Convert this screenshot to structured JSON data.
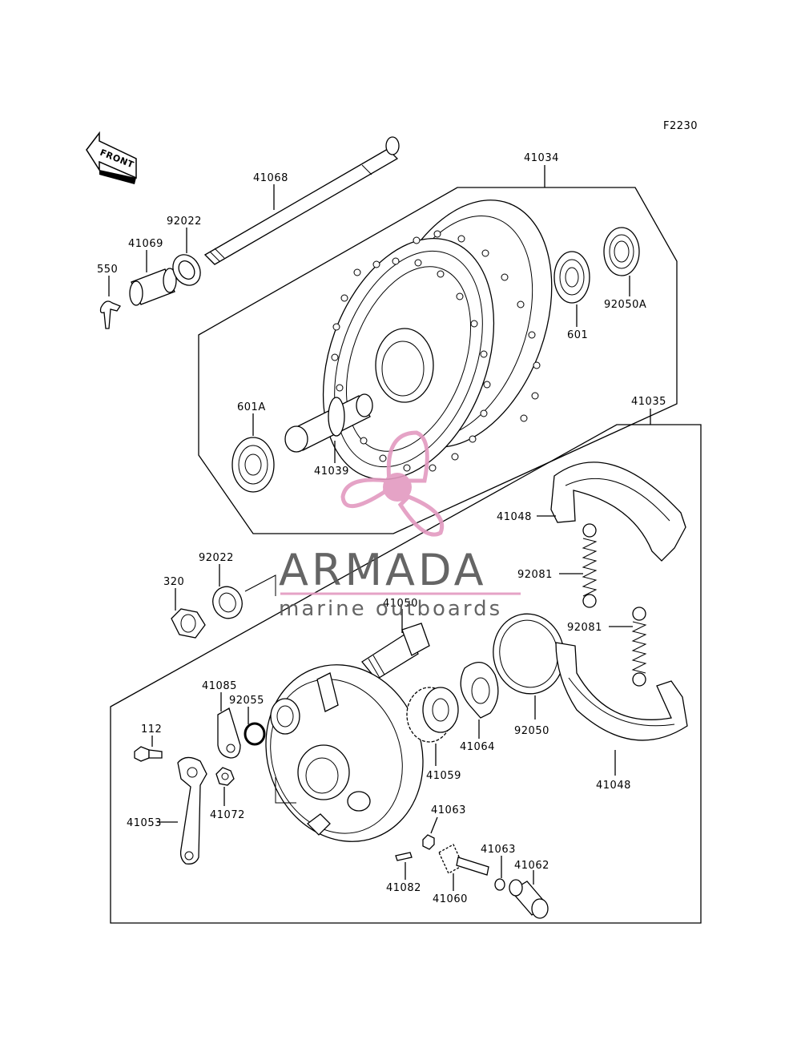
{
  "figure_code": "F2230",
  "front_arrow": "FRONT",
  "watermark": {
    "brand": "ARMADA",
    "tagline": "marine outboards",
    "color": "#e39ac0"
  },
  "labels": {
    "p41068": "41068",
    "p41034": "41034",
    "p92022a": "92022",
    "p41069": "41069",
    "p550": "550",
    "p601": "601",
    "p92050A": "92050A",
    "p601A": "601A",
    "p41039": "41039",
    "p41035": "41035",
    "p41048a": "41048",
    "p92081a": "92081",
    "p92022b": "92022",
    "p320": "320",
    "p41050": "41050",
    "p92081b": "92081",
    "p41085": "41085",
    "p92055": "92055",
    "p112": "112",
    "p41064": "41064",
    "p92050": "92050",
    "p41059": "41059",
    "p41048b": "41048",
    "p41053": "41053",
    "p41072": "41072",
    "p41063a": "41063",
    "p41063b": "41063",
    "p41062": "41062",
    "p41082": "41082",
    "p41060": "41060"
  }
}
